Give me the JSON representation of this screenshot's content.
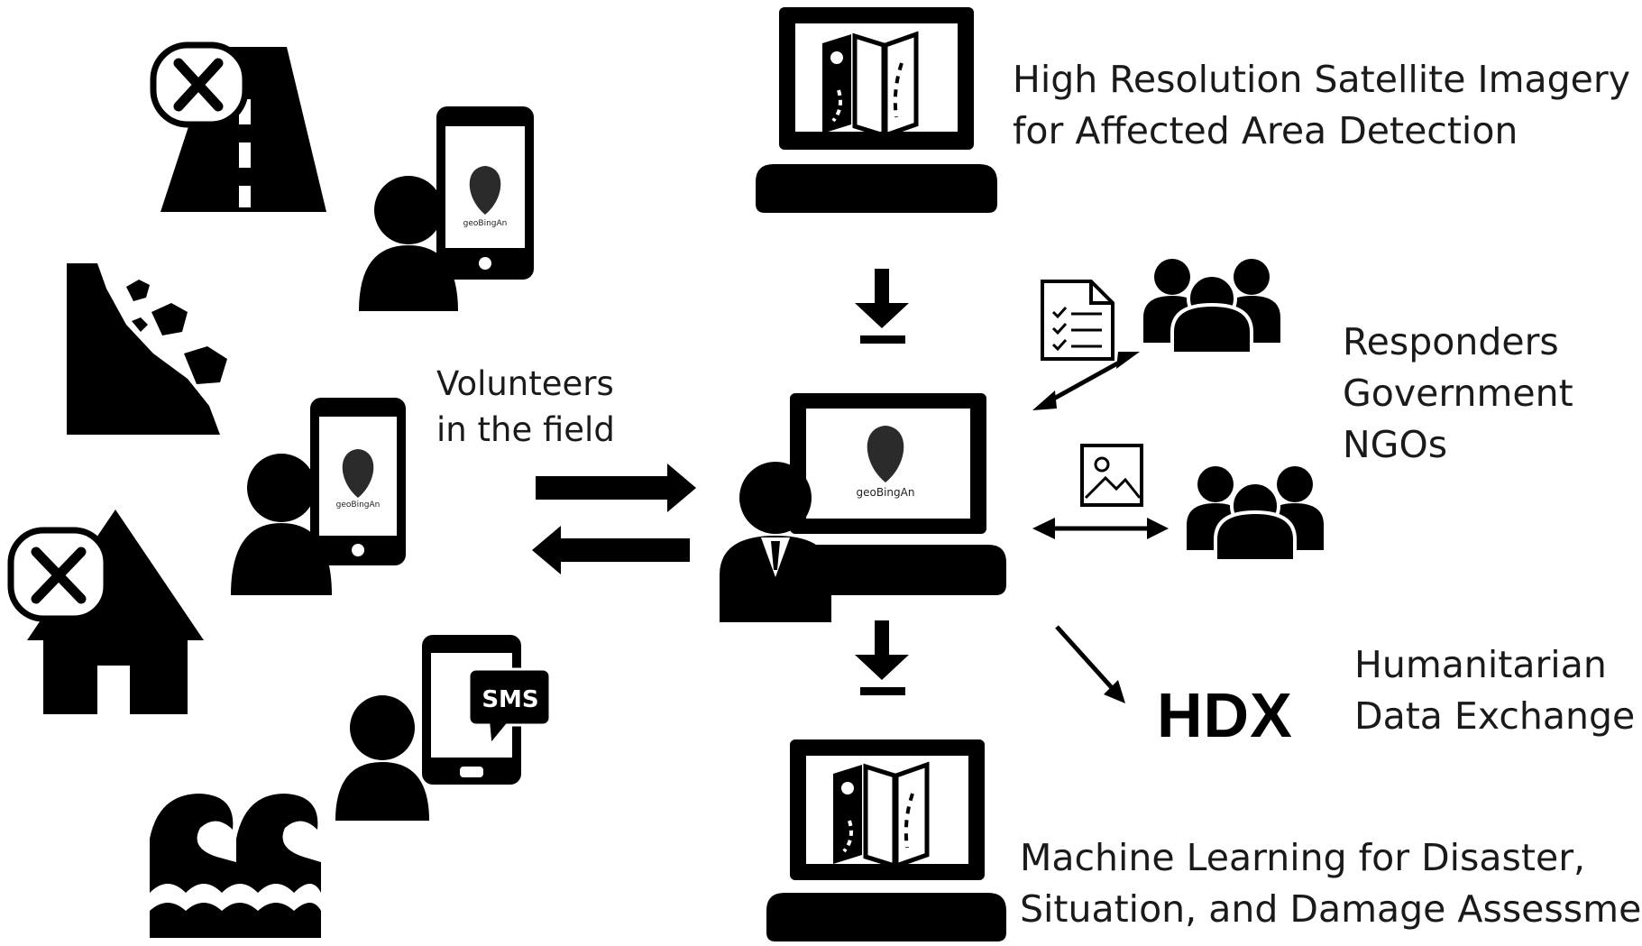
{
  "labels": {
    "volunteers": [
      "Volunteers",
      "in the field"
    ],
    "satellite": [
      "High Resolution Satellite Imagery",
      "for Affected Area Detection"
    ],
    "stakeholders": [
      "Responders",
      "Government",
      "NGOs"
    ],
    "hdx_mark": "HDX",
    "hdx_name": [
      "Humanitarian",
      "Data Exchange"
    ],
    "ml": [
      "Machine Learning for Disaster,",
      "Situation, and Damage Assessment"
    ]
  },
  "app_logo_text": "geoBingAn",
  "sms_badge": "SMS",
  "icons": [
    "blocked-road-icon",
    "landslide-icon",
    "damaged-house-icon",
    "tsunami-wave-icon",
    "volunteer-phone-icon",
    "sms-volunteer-icon",
    "map-computer-icon",
    "operator-computer-icon",
    "document-checklist-icon",
    "image-icon",
    "people-group-icon",
    "download-arrow-icon"
  ],
  "colors": {
    "ink": "#000000",
    "background": "#ffffff"
  }
}
